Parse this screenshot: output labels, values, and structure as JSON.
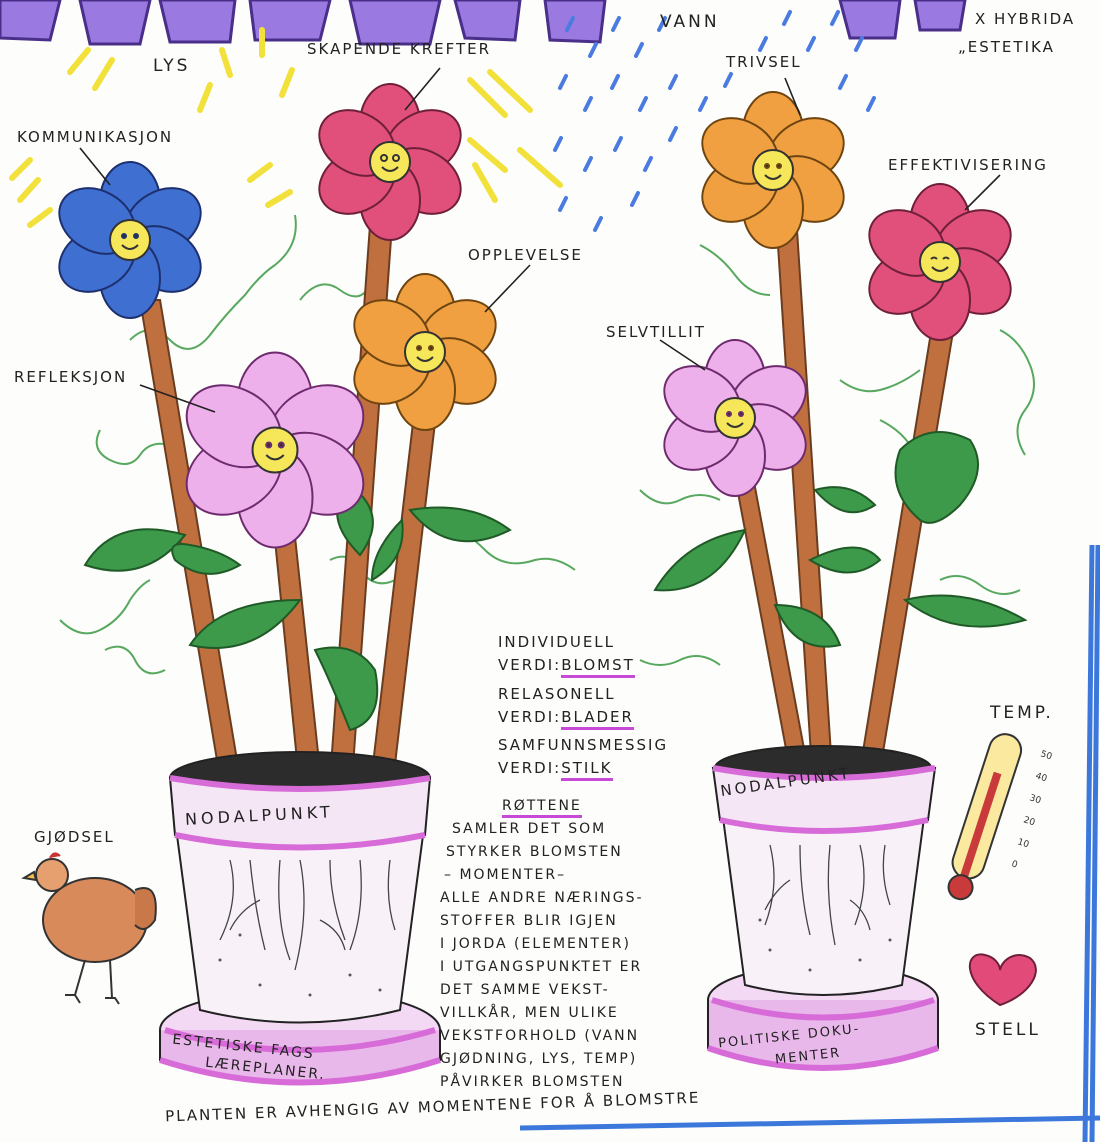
{
  "header": {
    "top_right_line1": "X HYBRIDA",
    "top_right_line2": "„ESTETIKA"
  },
  "labels": {
    "lys": "LYS",
    "vann": "VANN",
    "skapende_krefter": "SKAPENDE KREFTER",
    "kommunikasjon": "KOMMUNIKASJON",
    "opplevelse": "OPPLEVELSE",
    "refleksjon": "REFLEKSJON",
    "trivsel": "TRIVSEL",
    "effektivisering": "EFFEKTIVISERING",
    "selvtillit": "SELVTILLIT",
    "temp": "TEMP.",
    "gjodsel": "GJØDSEL",
    "stell": "STELL"
  },
  "values": {
    "individuell_line1": "INDIVIDUELL",
    "individuell_line2_prefix": "VERDI:",
    "individuell_value": "BLOMST",
    "relasonell_line1": "RELASONELL",
    "relasonell_line2_prefix": "VERDI:",
    "relasonell_value": "BLADER",
    "samfunn_line1": "SAMFUNNSMESSIG",
    "samfunn_line2_prefix": "VERDI:",
    "samfunn_value": "STILK"
  },
  "roots_note": {
    "title": "RØTTENE",
    "lines": [
      "SAMLER DET SOM",
      "STYRKER BLOMSTEN",
      "– MOMENTER–",
      "ALLE ANDRE NÆRINGS-",
      "STOFFER BLIR IGJEN",
      "I JORDA (ELEMENTER)",
      "I UTGANGSPUNKTET ER",
      "DET SAMME VEKST-",
      "VILLKÅR, MEN ULIKE",
      "VEKSTFORHOLD (VANN",
      "GJØDNING, LYS, TEMP)",
      "PÅVIRKER BLOMSTEN"
    ]
  },
  "pots": {
    "left_rim": "NODALPUNKT",
    "left_base_line1": "ESTETISKE FAGS",
    "left_base_line2": "LÆREPLANER.",
    "right_rim": "NODALPUNKT",
    "right_base_line1": "POLITISKE DOKU-",
    "right_base_line2": "MENTER"
  },
  "footer": {
    "text": "PLANTEN ER AVHENGIG AV MOMENTENE FOR Å BLOMSTRE"
  },
  "thermometer_ticks": [
    "50",
    "40",
    "30",
    "20",
    "10",
    "0"
  ],
  "colors": {
    "blue_flower": "#3f6fd0",
    "pink_flower": "#e0507a",
    "orange_flower": "#f0a040",
    "light_pink_flower": "#e8a6e6",
    "pot_pink": "#d76cd8",
    "stem": "#b86a3c",
    "leaf": "#3d9a4a",
    "center": "#f6e65a",
    "rain": "#4a7be0",
    "sun": "#f5e640",
    "frame_blue": "#3c78dc"
  }
}
